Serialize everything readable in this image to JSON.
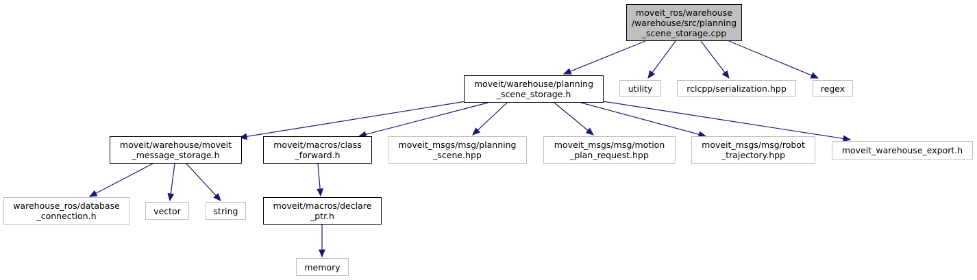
{
  "colors": {
    "edge": "#191970",
    "root_fill": "#bfbfbf",
    "ext_border": "#bfbfbf",
    "doc_border": "#000000"
  },
  "nodes": {
    "root": "moveit_ros/warehouse\n/warehouse/src/planning\n_scene_storage.cpp",
    "planning_scene_storage_h": "moveit/warehouse/planning\n_scene_storage.h",
    "utility": "utility",
    "rclcpp_serialization": "rclcpp/serialization.hpp",
    "regex": "regex",
    "moveit_message_storage": "moveit/warehouse/moveit\n_message_storage.h",
    "class_forward": "moveit/macros/class\n_forward.h",
    "planning_scene_hpp": "moveit_msgs/msg/planning\n_scene.hpp",
    "motion_plan_request": "moveit_msgs/msg/motion\n_plan_request.hpp",
    "robot_trajectory": "moveit_msgs/msg/robot\n_trajectory.hpp",
    "warehouse_export": "moveit_warehouse_export.h",
    "database_connection": "warehouse_ros/database\n_connection.h",
    "vector": "vector",
    "string": "string",
    "declare_ptr": "moveit/macros/declare\n_ptr.h",
    "memory": "memory"
  }
}
